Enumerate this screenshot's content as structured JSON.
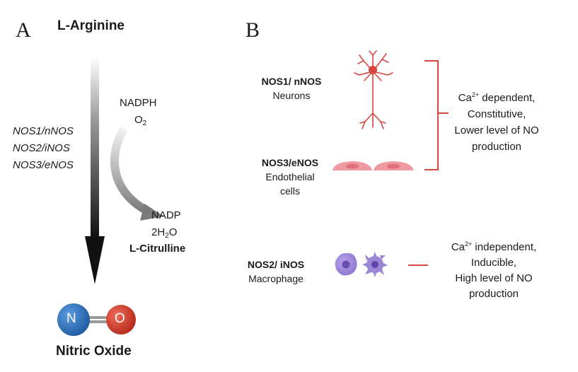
{
  "panel_a": {
    "letter": "A",
    "substrate": "L-Arginine",
    "enzymes": [
      "NOS1/nNOS",
      "NOS2/iNOS",
      "NOS3/eNOS"
    ],
    "cofactor_in": {
      "nadph": "NADPH",
      "o2": "O",
      "o2_sub": "2"
    },
    "products": {
      "nadp": "NADP",
      "h2o_pre": "2H",
      "h2o_sub": "2",
      "h2o_post": "O",
      "citrulline": "L-Citrulline"
    },
    "molecule": {
      "atom_n": "N",
      "atom_o": "O",
      "name": "Nitric Oxide"
    },
    "colors": {
      "nitrogen": "#2e6fb7",
      "oxygen": "#d23a2a",
      "arrow": "#1a1a1a"
    }
  },
  "panel_b": {
    "letter": "B",
    "nos1": {
      "name": "NOS1/ nNOS",
      "cell": "Neurons"
    },
    "nos3": {
      "name": "NOS3/eNOS",
      "cell_line1": "Endothelial",
      "cell_line2": "cells"
    },
    "nos2": {
      "name": "NOS2/ iNOS",
      "cell": "Macrophage"
    },
    "constitutive": {
      "ca": "Ca",
      "ca_sup": "2+",
      "line1_rest": " dependent,",
      "line2": "Constitutive,",
      "line3": "Lower level of NO",
      "line4": "production"
    },
    "inducible": {
      "ca": "Ca",
      "ca_sup": "2+",
      "line1_rest": " independent,",
      "line2": "Inducible,",
      "line3": "High level of NO",
      "line4": "production"
    },
    "colors": {
      "neuron": "#d9463f",
      "endothelial": "#ef9aa0",
      "macrophage": "#9b85d6",
      "bracket": "#d9463f"
    }
  }
}
